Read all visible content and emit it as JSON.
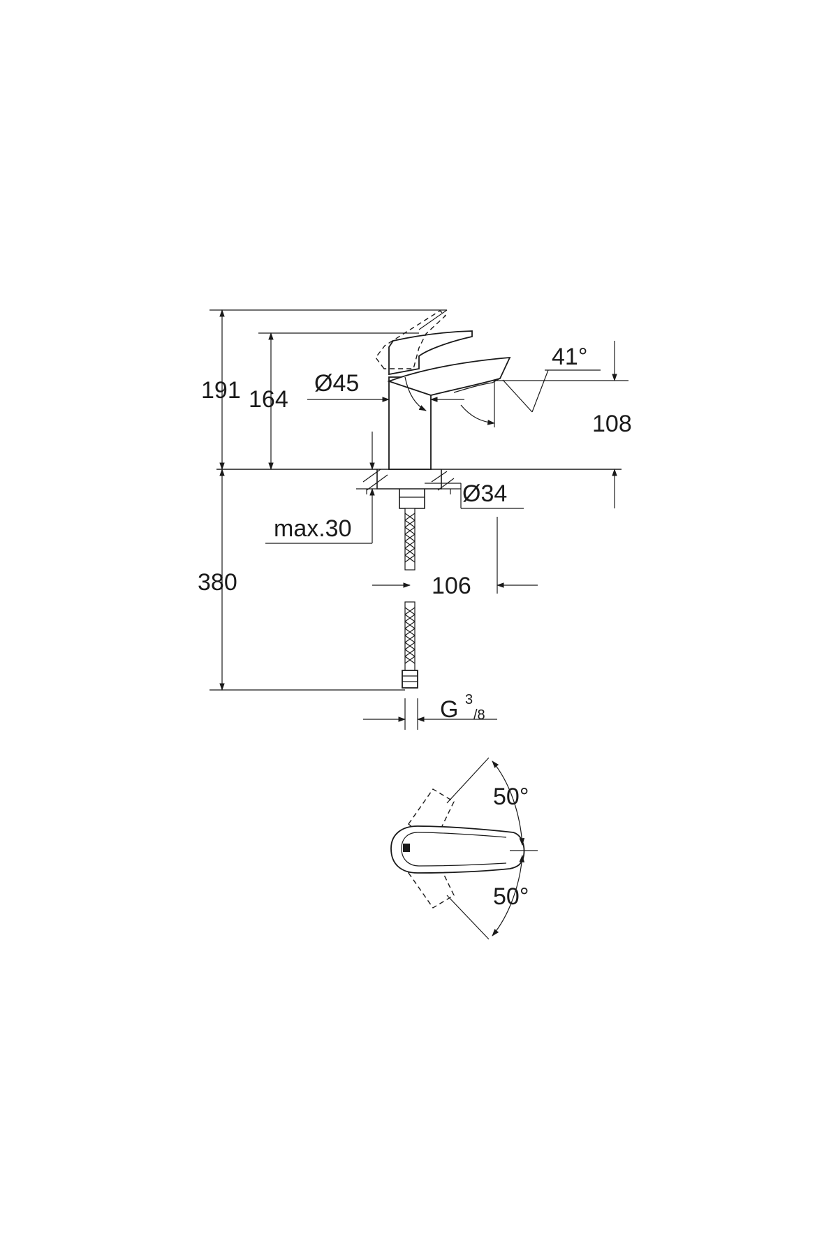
{
  "dimensions": {
    "overall_height": "191",
    "spout_height": "164",
    "body_diameter": "Ø45",
    "spout_angle": "41°",
    "spout_outlet_height": "108",
    "hole_diameter": "Ø34",
    "max_deck_thickness": "max.30",
    "hose_length": "380",
    "spout_reach": "106",
    "connection_thread_main": "G",
    "connection_thread_sup": "3",
    "connection_thread_sub": "/8",
    "lever_rotation_top": "50°",
    "lever_rotation_bottom": "50°"
  },
  "colors": {
    "line": "#1a1a1a",
    "background": "#ffffff"
  }
}
